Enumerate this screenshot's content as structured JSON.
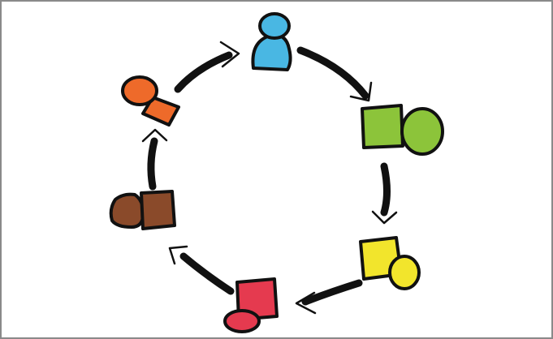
{
  "diagram": {
    "type": "cycle",
    "nodes": [
      {
        "id": "blue",
        "color": "#49b7e3",
        "shape": "person-figure"
      },
      {
        "id": "green",
        "color": "#8cc43a",
        "shape": "square-and-circle"
      },
      {
        "id": "yellow",
        "color": "#f2e52c",
        "shape": "square-and-circle"
      },
      {
        "id": "red",
        "color": "#e53a4f",
        "shape": "square-and-circle"
      },
      {
        "id": "brown",
        "color": "#8a4a2a",
        "shape": "two-blobs"
      },
      {
        "id": "orange",
        "color": "#ee6a2a",
        "shape": "circle-and-square"
      }
    ],
    "edges": [
      {
        "from": "blue",
        "to": "green",
        "style": "solid-arrow"
      },
      {
        "from": "green",
        "to": "yellow",
        "style": "solid-arrow"
      },
      {
        "from": "yellow",
        "to": "red",
        "style": "solid-arrow"
      },
      {
        "from": "red",
        "to": "brown",
        "style": "solid-arrow"
      },
      {
        "from": "brown",
        "to": "orange",
        "style": "solid-arrow"
      },
      {
        "from": "orange",
        "to": "blue",
        "style": "solid-arrow"
      }
    ],
    "ink_color": "#111111"
  }
}
